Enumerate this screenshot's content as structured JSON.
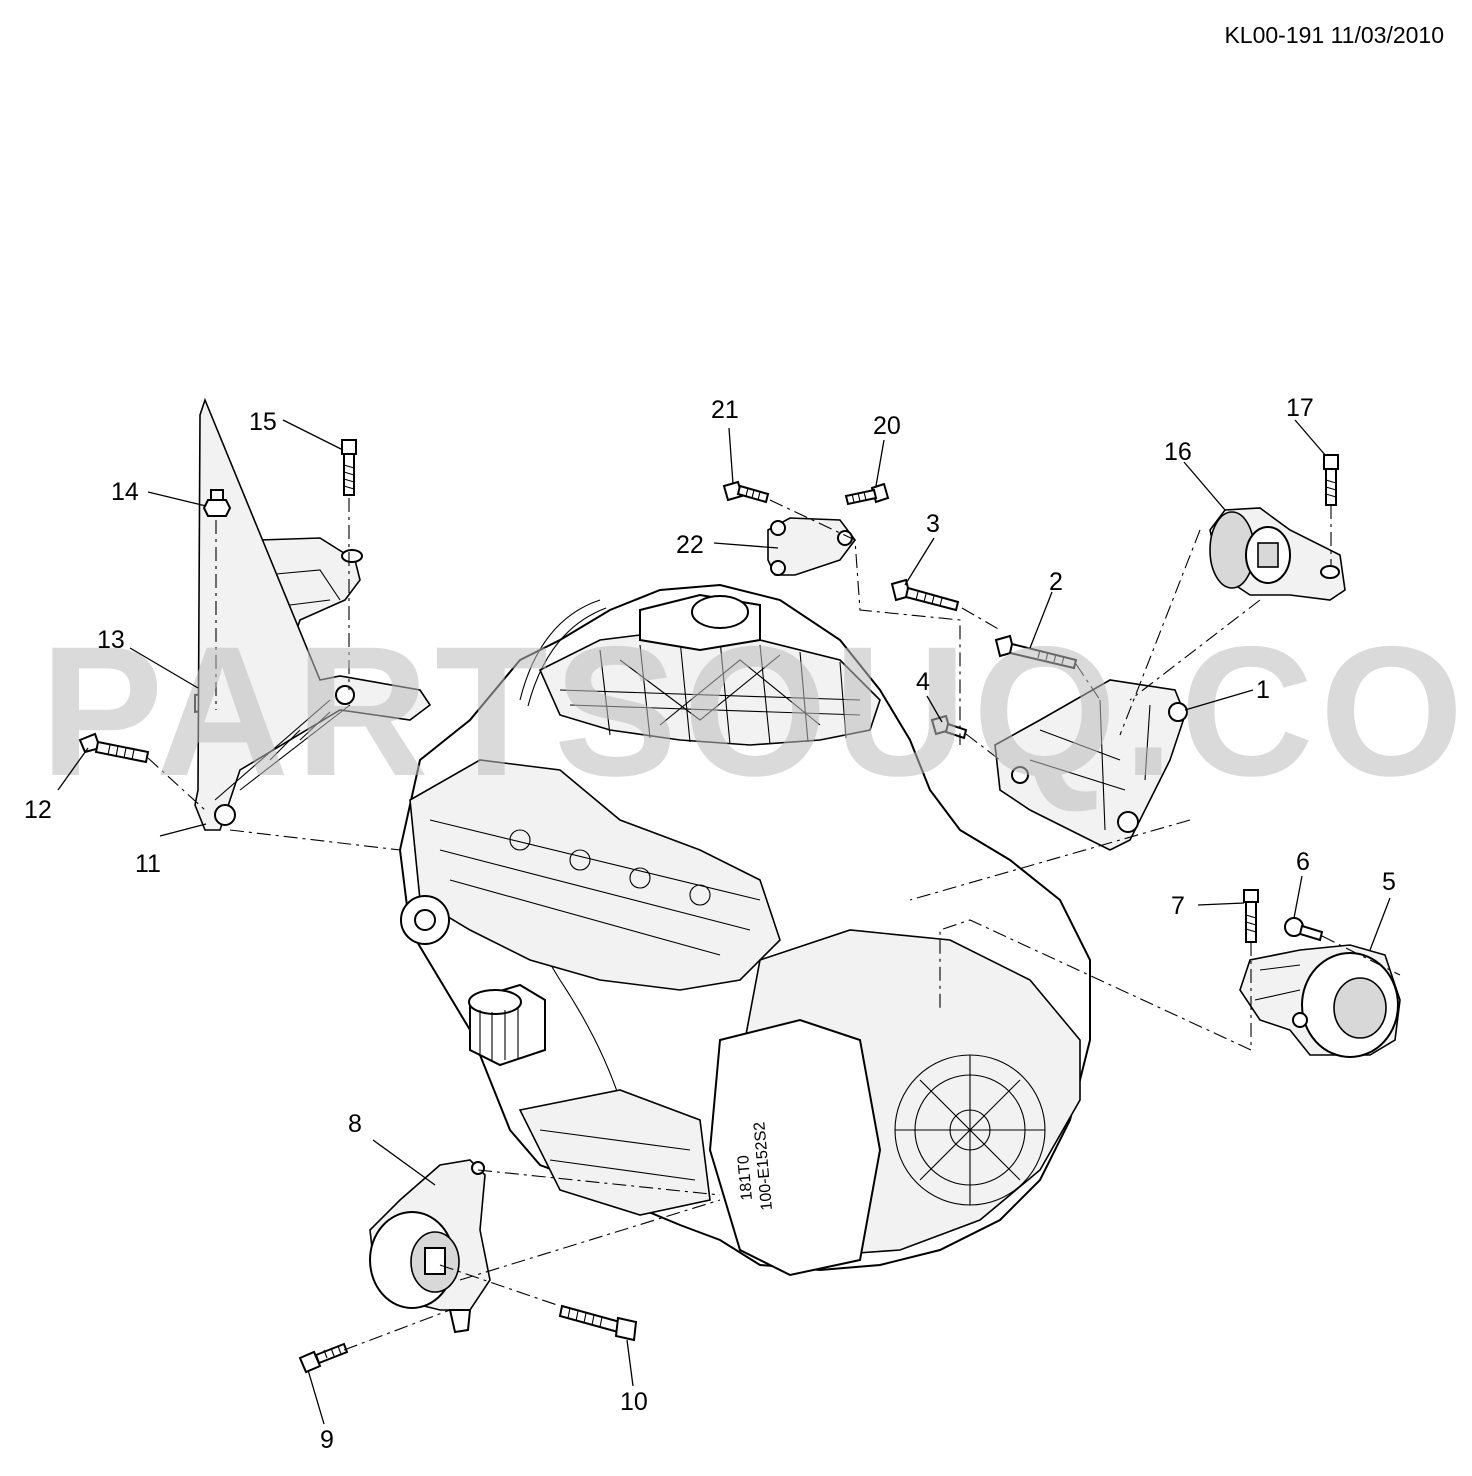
{
  "header": {
    "diagram_id": "KL00-191 11/03/2010"
  },
  "watermark": {
    "text": "PARTSOUQ.COM"
  },
  "callouts": [
    {
      "id": "c1",
      "label": "1"
    },
    {
      "id": "c2",
      "label": "2"
    },
    {
      "id": "c3",
      "label": "3"
    },
    {
      "id": "c4",
      "label": "4"
    },
    {
      "id": "c5",
      "label": "5"
    },
    {
      "id": "c6",
      "label": "6"
    },
    {
      "id": "c7",
      "label": "7"
    },
    {
      "id": "c8",
      "label": "8"
    },
    {
      "id": "c9",
      "label": "9"
    },
    {
      "id": "c10",
      "label": "10"
    },
    {
      "id": "c11",
      "label": "11"
    },
    {
      "id": "c12",
      "label": "12"
    },
    {
      "id": "c13",
      "label": "13"
    },
    {
      "id": "c14",
      "label": "14"
    },
    {
      "id": "c15",
      "label": "15"
    },
    {
      "id": "c16",
      "label": "16"
    },
    {
      "id": "c17",
      "label": "17"
    },
    {
      "id": "c20",
      "label": "20"
    },
    {
      "id": "c21",
      "label": "21"
    },
    {
      "id": "c22",
      "label": "22"
    }
  ],
  "engine": {
    "casting_text_1": "100-E152S2",
    "casting_text_2": "181T0"
  }
}
